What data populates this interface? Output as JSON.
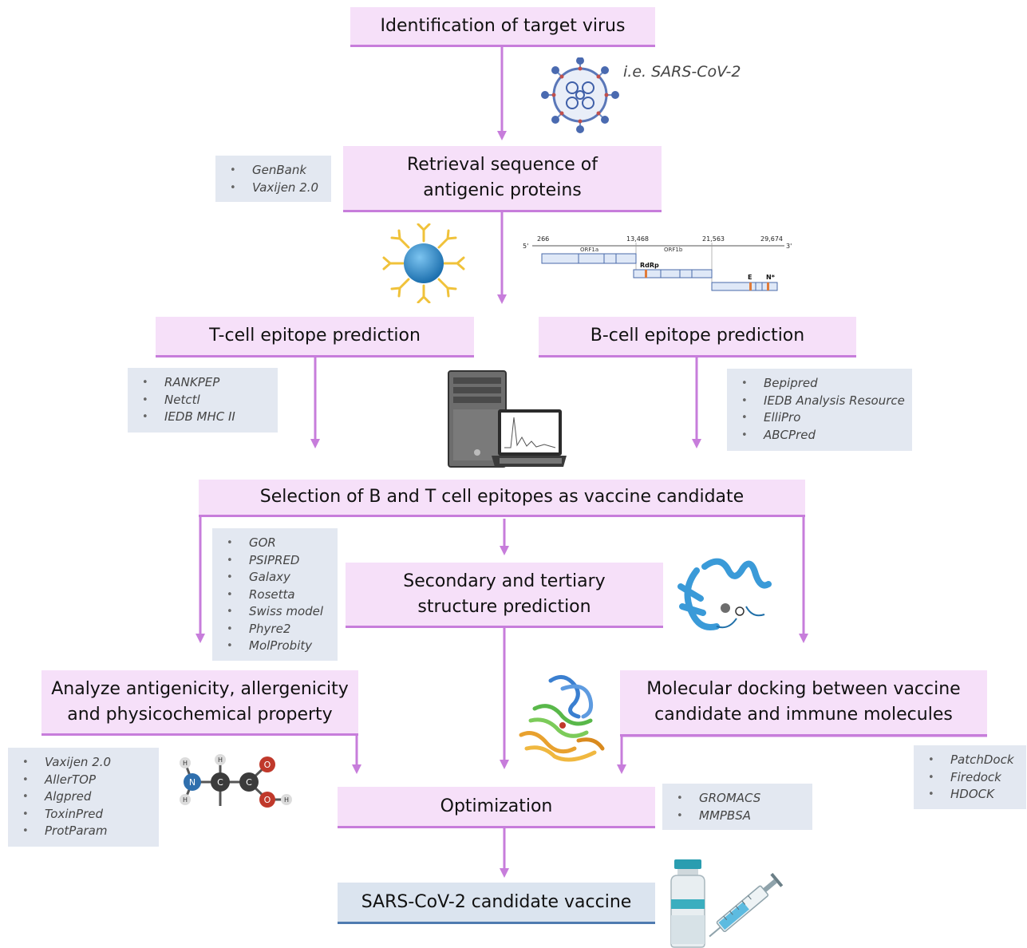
{
  "steps": {
    "identify": "Identification of target virus",
    "retrieval": "Retrieval sequence of\nantigenic proteins",
    "tcell": "T-cell epitope prediction",
    "bcell": "B-cell epitope prediction",
    "selection": "Selection of B and T cell epitopes as vaccine candidate",
    "structure": "Secondary and tertiary\nstructure prediction",
    "antigenicity": "Analyze antigenicity, allergenicity\nand physicochemical property",
    "docking": "Molecular docking between vaccine\ncandidate and immune molecules",
    "optimization": "Optimization",
    "final": "SARS-CoV-2 candidate vaccine"
  },
  "virus_caption": "i.e. SARS-CoV-2",
  "tools": {
    "retrieval": [
      "GenBank",
      "Vaxijen 2.0"
    ],
    "tcell": [
      "RANKPEP",
      "Netctl",
      "IEDB MHC II"
    ],
    "bcell": [
      "Bepipred",
      "IEDB Analysis Resource",
      "ElliPro",
      "ABCPred"
    ],
    "structure": [
      "GOR",
      "PSIPRED",
      "Galaxy",
      "Rosetta",
      "Swiss model",
      "Phyre2",
      "MolProbity"
    ],
    "antigenicity": [
      "Vaxijen 2.0",
      "AllerTOP",
      "Algpred",
      "ToxinPred",
      "ProtParam"
    ],
    "optimization": [
      "GROMACS",
      "MMPBSA"
    ],
    "docking": [
      "PatchDock",
      "Firedock",
      "HDOCK"
    ]
  },
  "genome": {
    "five_prime": "5'",
    "three_prime": "3'",
    "positions": [
      "266",
      "13,468",
      "21,563",
      "29,674"
    ],
    "orf1a": "ORF1a",
    "orf1b": "ORF1b",
    "rdrp": "RdRp",
    "e": "E",
    "n": "N*"
  },
  "molecule": {
    "h": "H",
    "n": "N",
    "c": "C",
    "o": "O"
  },
  "colors": {
    "arrow": "#c77ddb",
    "step_fill": "#f6e0f9",
    "final_fill": "#dbe4ef",
    "tool_fill": "#e3e8f1"
  }
}
